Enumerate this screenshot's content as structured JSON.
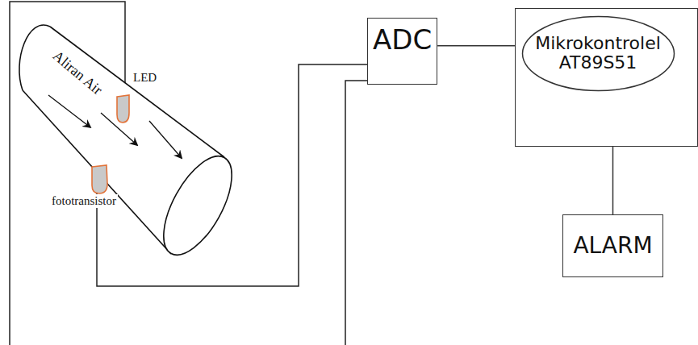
{
  "diagram": {
    "nodes": [
      {
        "text": [
          "ADC"
        ]
      },
      {
        "text": [
          "Mikrokontrolel AT89S51"
        ]
      },
      {
        "text": [
          "ALARM"
        ]
      }
    ],
    "edges": [
      {
        "from": 0,
        "to": 1,
        "arrow": "none"
      },
      {
        "from": 1,
        "to": 2,
        "arrow": "none"
      }
    ],
    "labels": [
      "Aliran Air",
      "LED",
      "fototransistor"
    ]
  }
}
